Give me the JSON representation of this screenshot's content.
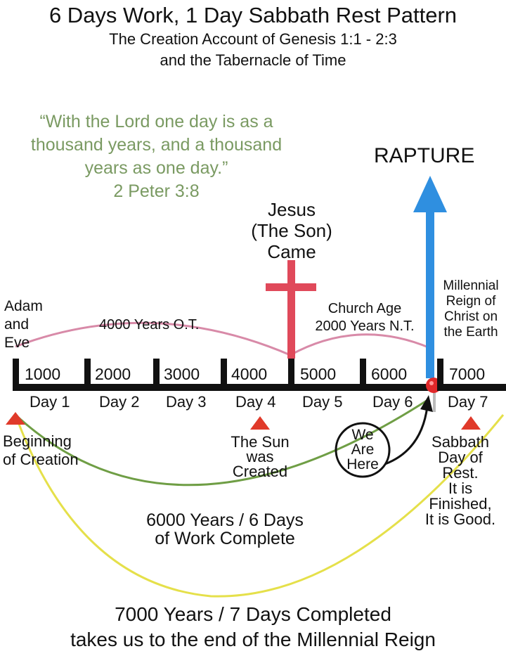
{
  "title": "6 Days Work, 1 Day Sabbath Rest Pattern",
  "subtitle_1": "The Creation Account of Genesis 1:1 - 2:3",
  "subtitle_2": "and the Tabernacle of Time",
  "verse": {
    "line1": "“With the Lord one day is as a",
    "line2": "thousand years, and a thousand",
    "line3": "years as one day.”",
    "ref": "2 Peter 3:8"
  },
  "rapture": "RAPTURE",
  "jesus": {
    "line1": "Jesus",
    "line2": "(The Son)",
    "line3": "Came"
  },
  "adam": {
    "line1": "Adam",
    "line2": "and",
    "line3": "Eve"
  },
  "ot": "4000 Years O.T.",
  "church": {
    "line1": "Church Age",
    "line2": "2000 Years N.T."
  },
  "millennial": {
    "line1": "Millennial",
    "line2": "Reign of",
    "line3": "Christ on",
    "line4": "the Earth"
  },
  "years": [
    "1000",
    "2000",
    "3000",
    "4000",
    "5000",
    "6000",
    "7000"
  ],
  "days": [
    "Day 1",
    "Day 2",
    "Day 3",
    "Day 4",
    "Day 5",
    "Day 6",
    "Day 7"
  ],
  "beginning": {
    "line1": "Beginning",
    "line2": "of Creation"
  },
  "sun": {
    "line1": "The Sun",
    "line2": "was",
    "line3": "Created"
  },
  "here": {
    "line1": "We",
    "line2": "Are",
    "line3": "Here"
  },
  "sabbath": {
    "line1": "Sabbath",
    "line2": "Day of",
    "line3": "Rest.",
    "line4": "It is",
    "line5": "Finished,",
    "line6": "It is Good."
  },
  "work": {
    "line1": "6000 Years / 6 Days",
    "line2": "of Work Complete"
  },
  "total": {
    "line1": "7000 Years / 7 Days Completed",
    "line2": "takes us to the end of the Millennial Reign"
  },
  "colors": {
    "verse_green": "#7a9a62",
    "ot_arc": "#d88aa8",
    "cross": "#e0495a",
    "arrow_blue": "#2f8fe0",
    "triangle": "#e03a2a",
    "work_arc": "#6f9e45",
    "total_arc": "#e5e04a"
  }
}
